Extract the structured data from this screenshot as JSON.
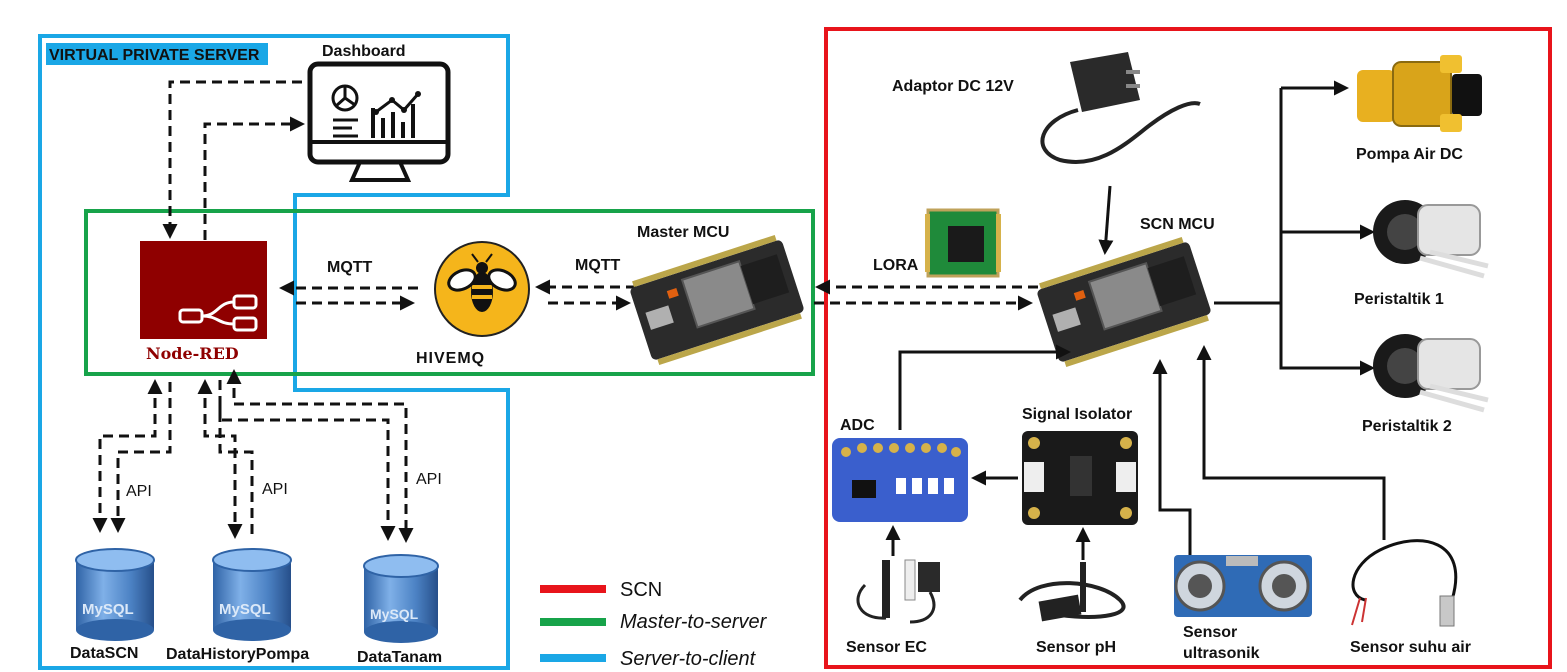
{
  "labels": {
    "vps": "VIRTUAL PRIVATE SERVER",
    "dashboard": "Dashboard",
    "node_red": "Node-RED",
    "mqtt_left": "MQTT",
    "mqtt_right": "MQTT",
    "hivemq": "HIVEMQ",
    "master_mcu": "Master MCU",
    "lora": "LORA",
    "scn_mcu": "SCN MCU",
    "adaptor": "Adaptor DC 12V",
    "pompa": "Pompa Air DC",
    "peristaltik1": "Peristaltik 1",
    "peristaltik2": "Peristaltik 2",
    "adc": "ADC",
    "signal_isolator": "Signal Isolator",
    "sensor_ec": "Sensor EC",
    "sensor_ph": "Sensor pH",
    "sensor_ultrasonik_1": "Sensor",
    "sensor_ultrasonik_2": "ultrasonik",
    "sensor_suhu": "Sensor suhu air",
    "api1": "API",
    "api2": "API",
    "api3": "API",
    "db1": "DataSCN",
    "db2": "DataHistoryPompa",
    "db3": "DataTanam",
    "mysql": "MySQL"
  },
  "legend": [
    {
      "label": "SCN",
      "color": "#e8141b",
      "italic": false
    },
    {
      "label": "Master-to-server",
      "color": "#17a34a",
      "italic": true
    },
    {
      "label": "Server-to-client",
      "color": "#1aa7e6",
      "italic": true
    }
  ],
  "colors": {
    "scn_red": "#e8141b",
    "master_green": "#17a34a",
    "client_blue": "#1aa7e6",
    "node_red": "#8f0000",
    "hivemq_yellow": "#f5b51b",
    "board_dark": "#2b2b2b",
    "adc_blue": "#3a5fcd",
    "mysql_blue": "#4f86c6"
  }
}
